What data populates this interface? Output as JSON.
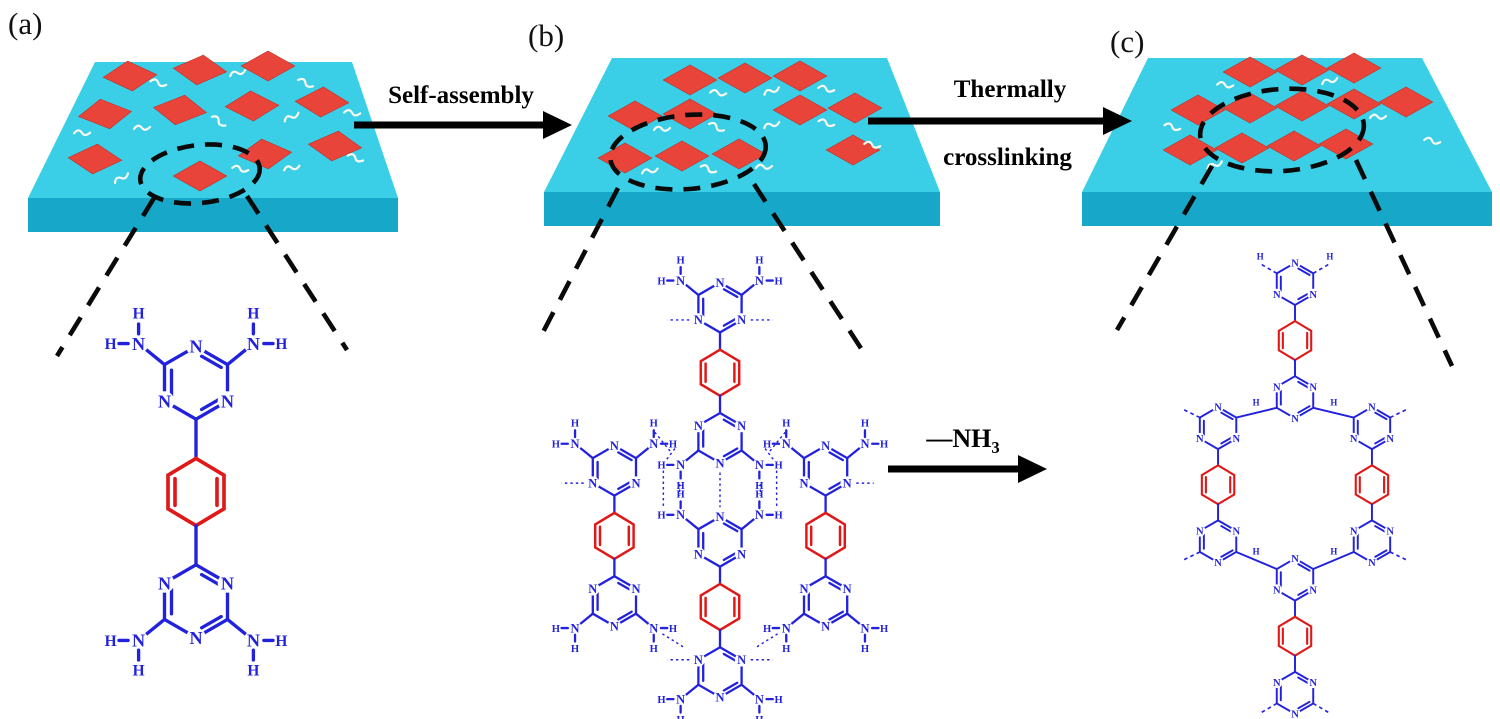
{
  "panels": {
    "a": {
      "label": "(a)"
    },
    "b": {
      "label": "(b)"
    },
    "c": {
      "label": "(c)"
    }
  },
  "arrows": {
    "self_assembly": {
      "label": "Self-assembly"
    },
    "thermal": {
      "line1": "Thermally",
      "line2": "crosslinking"
    },
    "nh3": {
      "text": "—NH",
      "sub": "3"
    }
  },
  "atoms": {
    "nitrogen": "N",
    "hydrogen": "H"
  },
  "colors": {
    "substrate_top": "#3bcfe7",
    "substrate_front": "#17a7c8",
    "square_red": "#e8443a",
    "bond_blue": "#2222dd",
    "bond_red": "#e01818",
    "arrow_black": "#000000"
  }
}
